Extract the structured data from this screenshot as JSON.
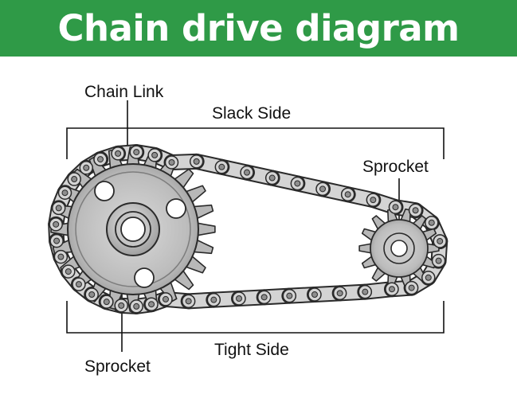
{
  "header": {
    "title": "Chain drive diagram",
    "background_color": "#2f9a47",
    "title_color": "#ffffff"
  },
  "diagram": {
    "labels": {
      "chain_link": "Chain Link",
      "slack_side": "Slack Side",
      "tight_side": "Tight Side",
      "sprocket_large": "Sprocket",
      "sprocket_small": "Sprocket"
    },
    "colors": {
      "metal_light": "#d4d4d4",
      "metal_mid": "#b8b8b8",
      "metal_dark": "#8e8e8e",
      "outline": "#2a2a2a"
    }
  }
}
